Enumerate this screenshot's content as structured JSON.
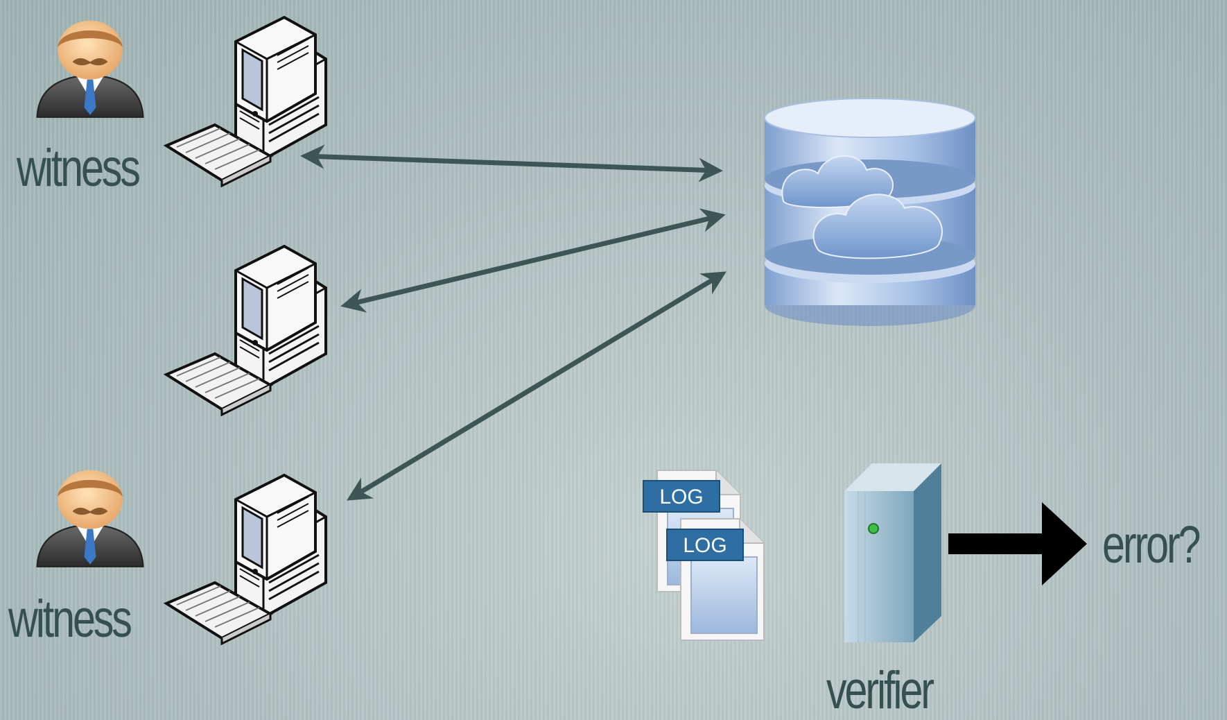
{
  "labels": {
    "witness_top": "witness",
    "witness_bottom": "witness",
    "verifier": "verifier",
    "error": "error?"
  },
  "log_docs": [
    "LOG",
    "LOG"
  ],
  "colors": {
    "arrow": "#3d5654",
    "text": "#36504f",
    "output_arrow": "#000000",
    "database": "#8fb0dc",
    "server": "#6f9bb5",
    "log_tab": "#2f6ea3"
  },
  "icons": [
    "person-icon",
    "computer-icon",
    "cloud-database-icon",
    "log-document-icon",
    "server-icon"
  ]
}
